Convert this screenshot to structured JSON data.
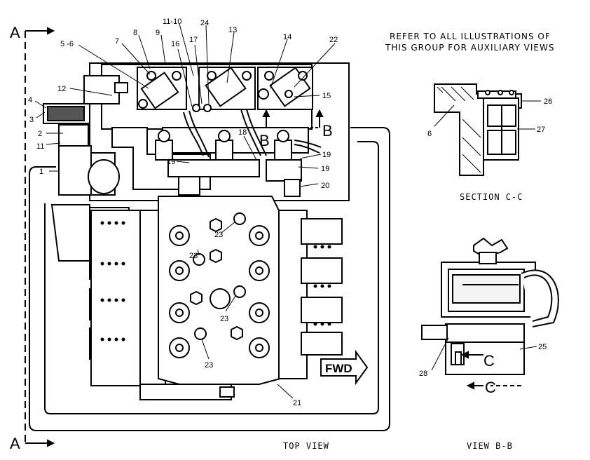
{
  "note": {
    "line1": "REFER TO ALL ILLUSTRATIONS OF",
    "line2": "THIS GROUP FOR AUXILIARY VIEWS"
  },
  "section_letters": {
    "a_top": "A",
    "a_bottom": "A",
    "b_left": "B",
    "b_right": "B",
    "c_upper": "C",
    "c_lower": "C"
  },
  "direction_label": "FWD",
  "captions": {
    "top_view": "TOP VIEW",
    "section_cc": "SECTION C-C",
    "view_bb": "VIEW B-B"
  },
  "callouts": {
    "c1": "1",
    "c2": "2",
    "c3": "3",
    "c4": "4",
    "c5_6": "5 -6",
    "c6": "6",
    "c7": "7",
    "c8": "8",
    "c9": "9",
    "c11_10": "11-10",
    "c11": "11",
    "c12": "12",
    "c13": "13",
    "c14": "14",
    "c15": "15",
    "c16": "16",
    "c17": "17",
    "c18": "18",
    "c19a": "19",
    "c19b": "19",
    "c19c": "19",
    "c20": "20",
    "c21": "21",
    "c22": "22",
    "c23a": "23",
    "c23b": "23",
    "c23c": "23",
    "c23d": "23",
    "c24": "24",
    "c25": "25",
    "c26": "26",
    "c27": "27",
    "c28": "28"
  }
}
